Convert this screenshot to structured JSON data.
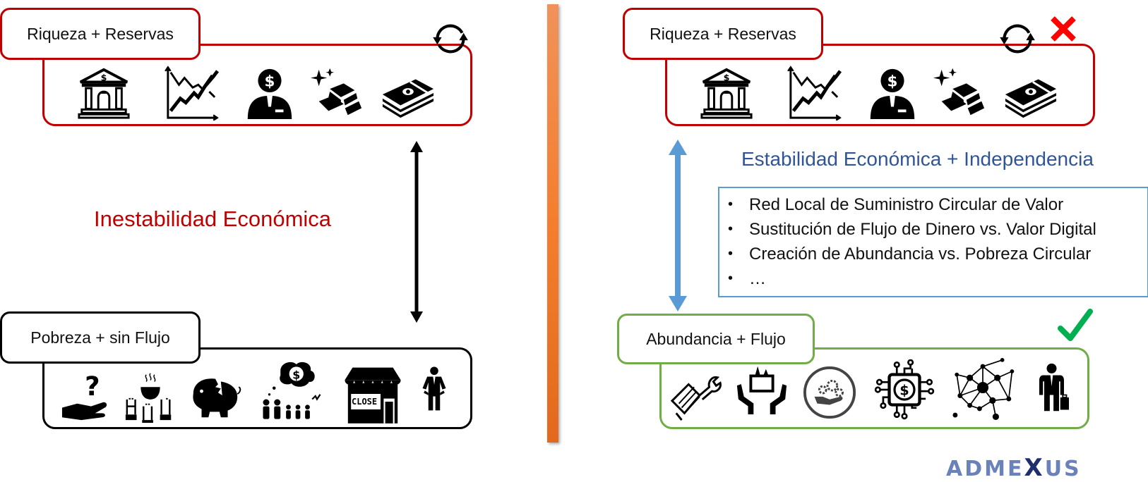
{
  "left": {
    "top_panel": {
      "label": "Riqueza + Reservas",
      "border_color": "#c00000",
      "icons": [
        "bank-icon",
        "stock-chart-icon",
        "money-person-icon",
        "gold-bars-icon",
        "cash-stack-icon"
      ],
      "corner_icon": "refresh-cycle-icon"
    },
    "middle_text": "Inestabilidad Económica",
    "middle_text_color": "#c00000",
    "arrow": "double-arrow-black",
    "bottom_panel": {
      "label": "Pobreza + sin Flujo",
      "border_color": "#000000",
      "icons": [
        "begging-hand-icon",
        "food-aid-hands-icon",
        "broken-piggy-bank-icon",
        "poor-family-dream-icon",
        "closed-shop-icon",
        "empty-pockets-man-icon"
      ],
      "shop_sign": "CLOSE"
    }
  },
  "right": {
    "top_panel": {
      "label": "Riqueza + Reservas",
      "border_color": "#c00000",
      "icons": [
        "bank-icon",
        "stock-chart-icon",
        "money-person-icon",
        "gold-bars-icon",
        "cash-stack-icon"
      ],
      "corner_icon": "refresh-cycle-icon",
      "status_icon": "red-x-icon"
    },
    "heading": "Estabilidad Económica + Independencia",
    "heading_color": "#2f5597",
    "arrow": "double-arrow-blue",
    "list": [
      "Red Local de Suministro Circular de Valor",
      "Sustitución de Flujo de Dinero vs. Valor Digital",
      "Creación de Abundancia vs. Pobreza Circular",
      "…"
    ],
    "bottom_panel": {
      "label": "Abundancia + Flujo",
      "border_color": "#70ad47",
      "icons": [
        "handshake-wrench-icon",
        "giving-hands-box-icon",
        "gear-hand-circle-icon",
        "digital-dollar-chip-icon",
        "people-network-icon",
        "businessman-briefcase-icon"
      ],
      "status_icon": "green-check-icon"
    }
  },
  "divider_color": "#f47e2e",
  "logo": {
    "prefix": "ADME",
    "x": "X",
    "suffix": "US"
  }
}
